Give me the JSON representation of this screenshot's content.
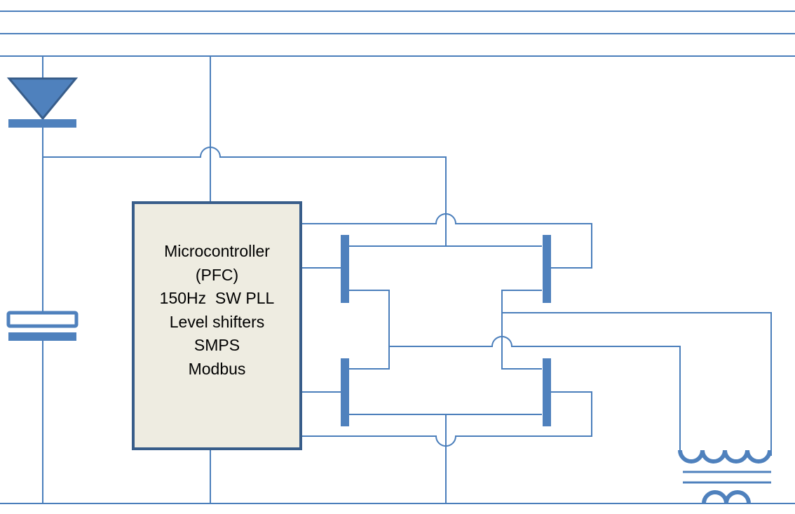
{
  "diagram": {
    "colors": {
      "wire": "#4A7EBB",
      "component_fill": "#4F81BD",
      "block_fill": "#EEECE1",
      "block_border": "#385D8A"
    },
    "microcontroller": {
      "lines": [
        "Microcontroller",
        "(PFC)",
        "150Hz  SW PLL",
        "Level shifters",
        "SMPS",
        "Modbus"
      ]
    },
    "components": [
      "bus-line-1",
      "bus-line-2",
      "bus-line-3",
      "diode",
      "capacitor",
      "h-bridge-transistors",
      "transformer"
    ]
  }
}
